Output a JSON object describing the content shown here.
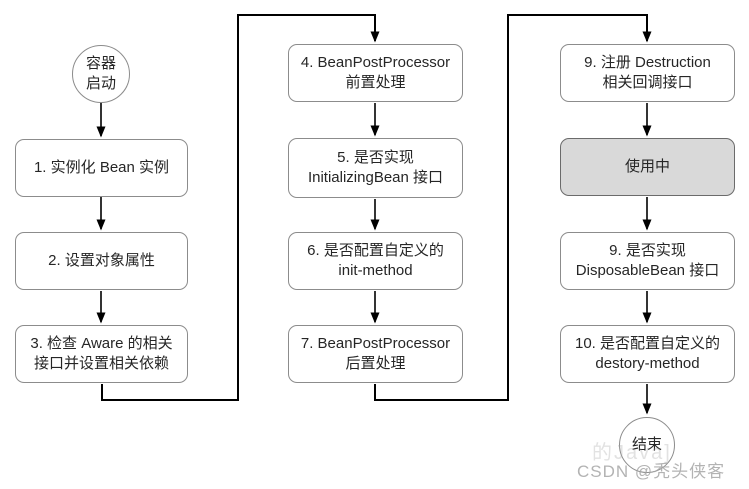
{
  "nodes": {
    "start": "容器\n启动",
    "step1": "1. 实例化 Bean 实例",
    "step2": "2. 设置对象属性",
    "step3": "3. 检查 Aware 的相关\n接口并设置相关依赖",
    "step4": "4. BeanPostProcessor\n前置处理",
    "step5": "5. 是否实现\nInitializingBean 接口",
    "step6": "6. 是否配置自定义的\ninit-method",
    "step7": "7. BeanPostProcessor\n后置处理",
    "step9_register": "9. 注册 Destruction\n相关回调接口",
    "in_use": "使用中",
    "step9_disposable": "9. 是否实现\nDisposableBean 接口",
    "step10": "10. 是否配置自定义的\ndestory-method",
    "end": "结束"
  },
  "watermark": {
    "fragment": "的Java]",
    "credit": "CSDN @秃头侠客"
  },
  "colors": {
    "node_border": "#8c8c8c",
    "node_text": "#262626",
    "connector": "#000000",
    "in_use_fill": "#d9d9d9",
    "in_use_border": "#6b6b6b",
    "watermark": "#a6a6a6"
  }
}
